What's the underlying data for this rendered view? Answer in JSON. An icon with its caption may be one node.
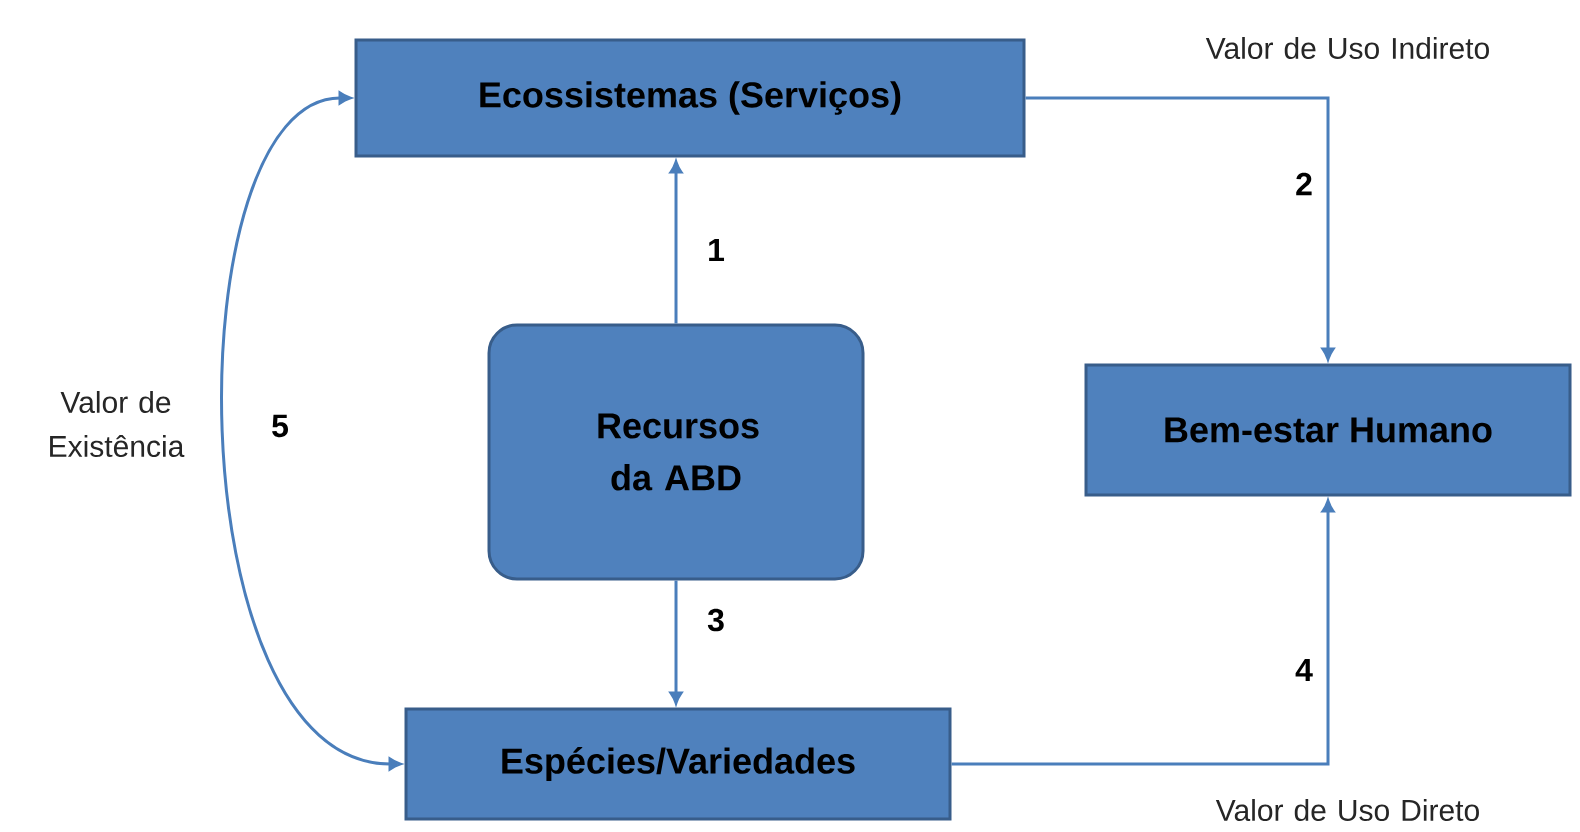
{
  "diagram": {
    "nodes": [
      {
        "text": [
          "Ecossistemas (Serviços)"
        ]
      },
      {
        "text": [
          "Recursos da ABD"
        ]
      },
      {
        "text": [
          "Bem-estar Humano"
        ]
      },
      {
        "text": [
          "Espécies/Variedades"
        ]
      }
    ],
    "edges": [
      {
        "from": 1,
        "to": 0,
        "arrow": "to",
        "label": "1"
      },
      {
        "from": 0,
        "to": 2,
        "arrow": "to",
        "label": "2"
      },
      {
        "from": 1,
        "to": 3,
        "arrow": "to",
        "label": "3"
      },
      {
        "from": 3,
        "to": 2,
        "arrow": "to",
        "label": "4"
      },
      {
        "from": 0,
        "to": 3,
        "arrow": "both",
        "label": "5"
      }
    ],
    "labels": [
      "Valor de Uso Indireto",
      "Valor de Existência",
      "Valor de Uso Direto"
    ]
  }
}
